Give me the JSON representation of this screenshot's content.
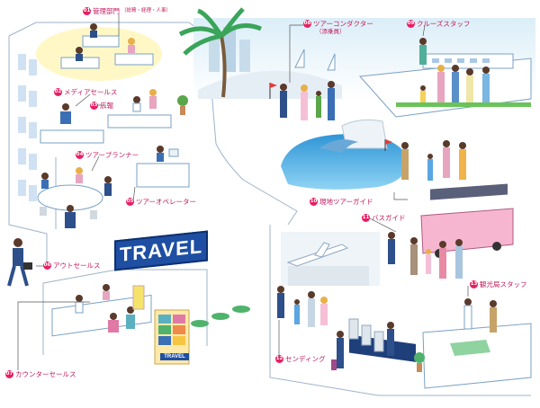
{
  "labels": [
    {
      "id": "kanri",
      "num": "01",
      "text": "管理部門",
      "sub": "（総務・経理・人事）"
    },
    {
      "id": "media",
      "num": "02",
      "text": "メディアセールス"
    },
    {
      "id": "kouhou",
      "num": "03",
      "text": "広報"
    },
    {
      "id": "planner",
      "num": "04",
      "text": "ツアープランナー"
    },
    {
      "id": "operator",
      "num": "05",
      "text": "ツアーオペレーター"
    },
    {
      "id": "out",
      "num": "06",
      "text": "アウトセールス"
    },
    {
      "id": "counter",
      "num": "07",
      "text": "カウンターセールス"
    },
    {
      "id": "conductor",
      "num": "08",
      "text": "ツアーコンダクター",
      "sub": "（添乗員）"
    },
    {
      "id": "cruise",
      "num": "09",
      "text": "クルーズスタッフ"
    },
    {
      "id": "guide",
      "num": "10",
      "text": "現地ツアーガイド"
    },
    {
      "id": "bus",
      "num": "11",
      "text": "バスガイド"
    },
    {
      "id": "sending",
      "num": "12",
      "text": "センディング"
    },
    {
      "id": "kankou",
      "num": "13",
      "text": "観光局スタッフ"
    }
  ],
  "signs": {
    "travel_sign": "TRAVEL",
    "brochure_rack": "TRAVEL"
  },
  "colors": {
    "label_pink": "#c2185b",
    "sign_blue": "#1e4fa3",
    "water": "#4fb3e8",
    "bus_pink": "#f29bbf"
  }
}
